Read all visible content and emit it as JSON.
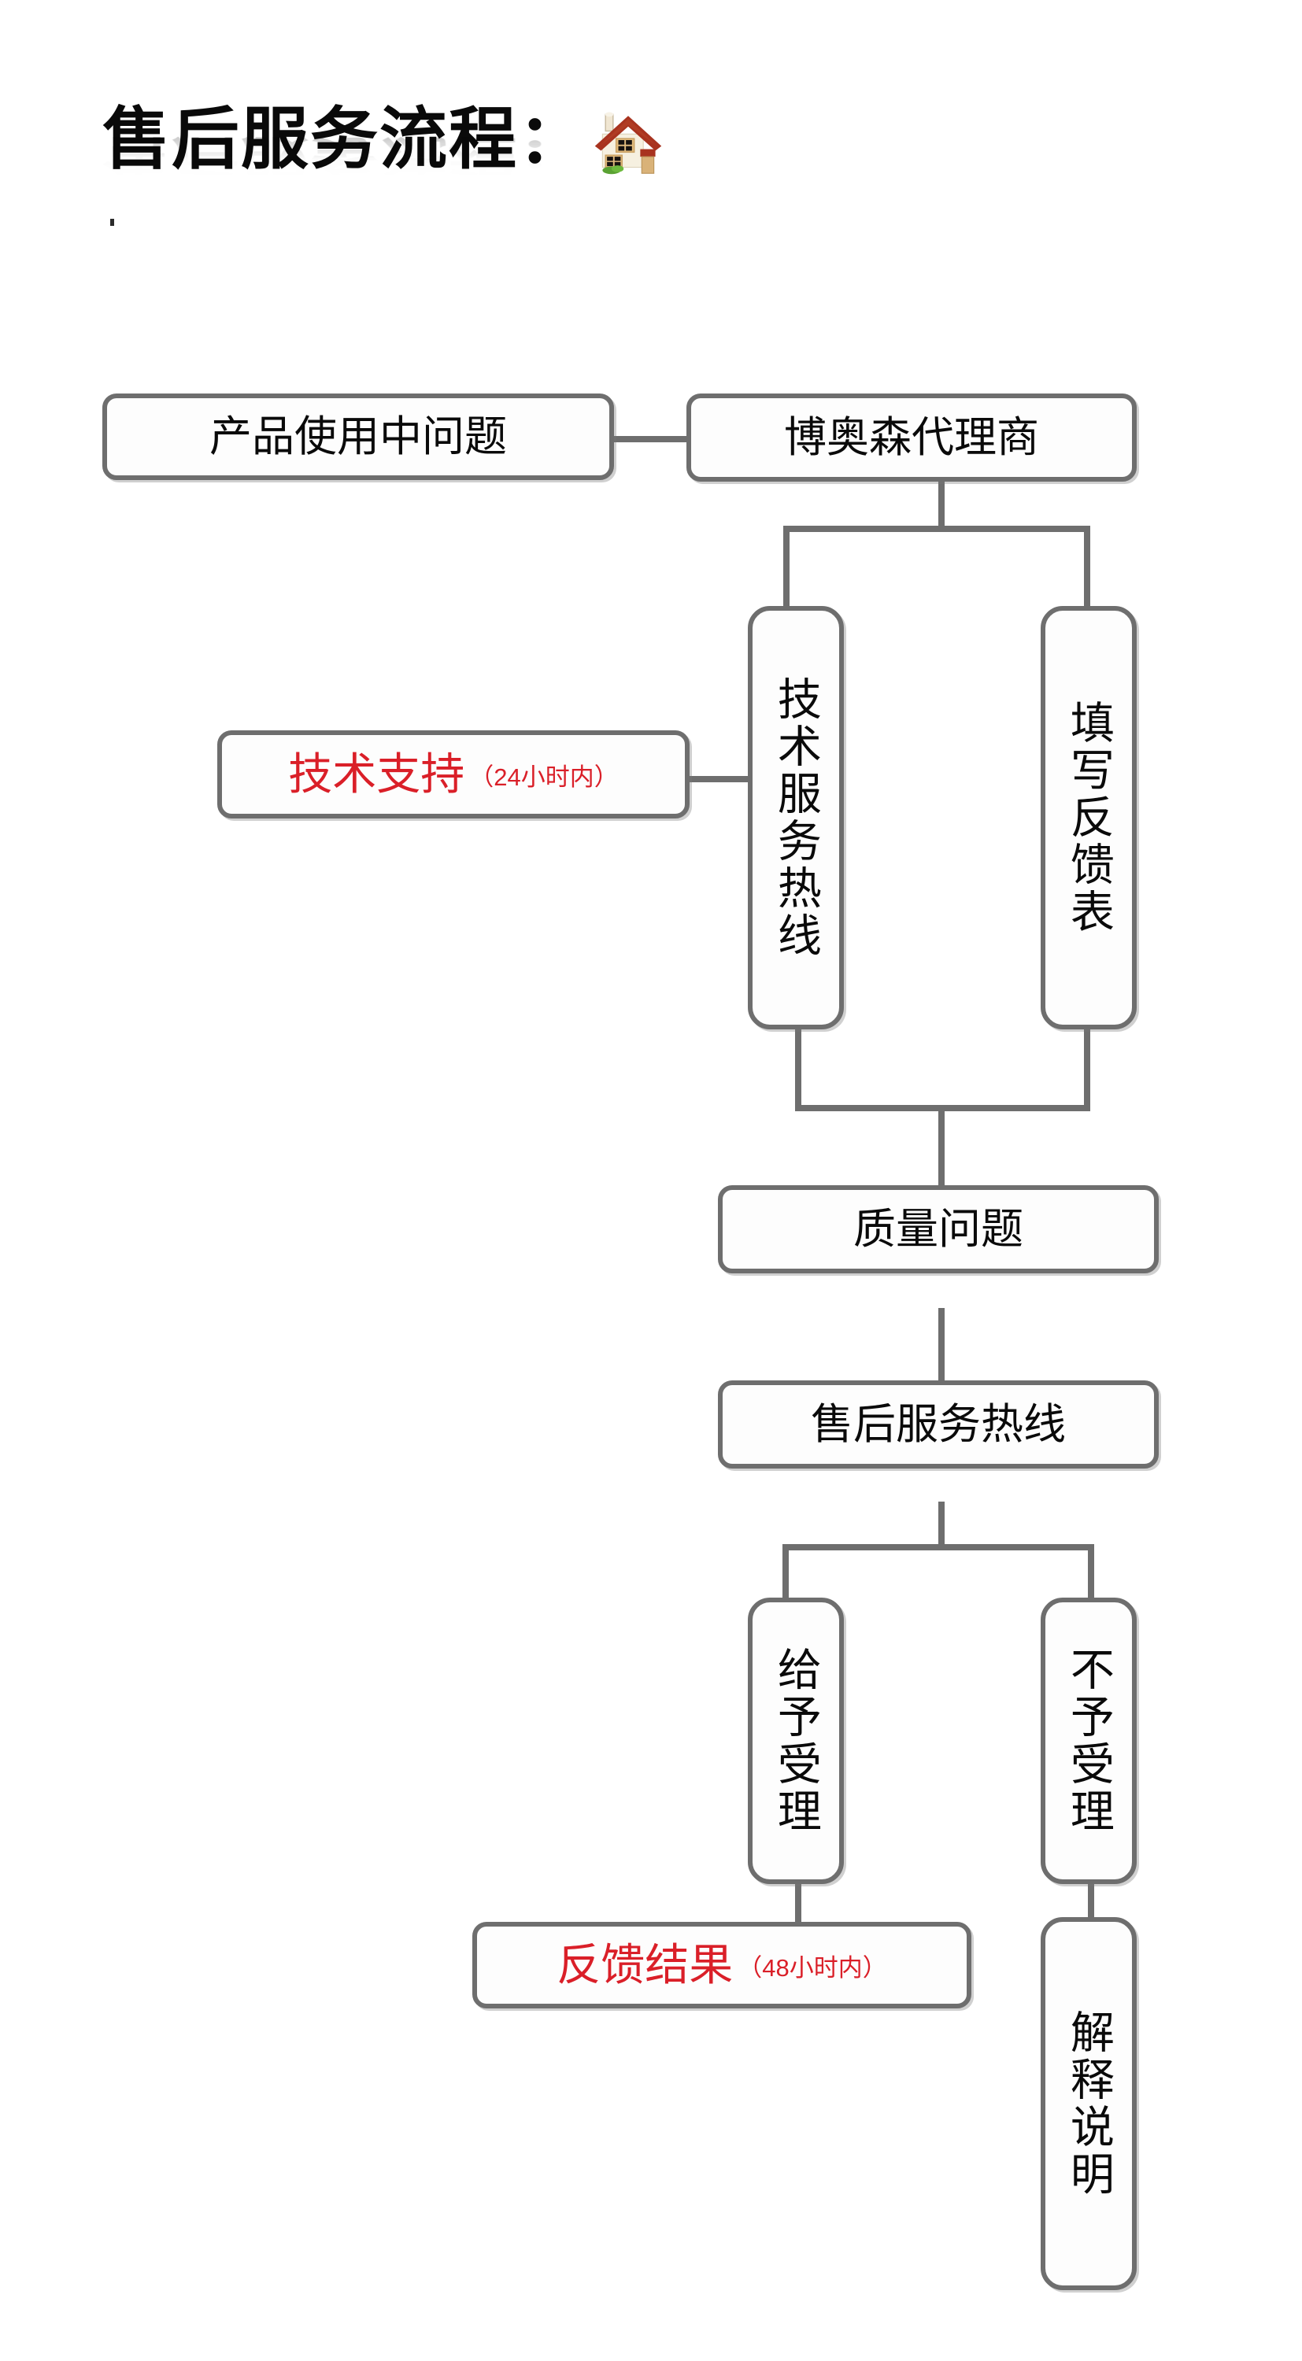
{
  "page": {
    "title": "售后服务流程：",
    "title_icon": "house-icon",
    "background_color": "#ffffff",
    "line_color": "#6e6e6e",
    "box_border_color": "#6e6e6e",
    "accent_red": "#da1f28",
    "text_color": "#0a0a0a"
  },
  "flow": {
    "nodes": [
      {
        "id": "product-issue",
        "label": "产品使用中问题",
        "orientation": "horizontal",
        "color": "black"
      },
      {
        "id": "agent",
        "label": "博奥森代理商",
        "orientation": "horizontal",
        "color": "black"
      },
      {
        "id": "tech-hotline",
        "label": "技术服务热线",
        "orientation": "vertical",
        "color": "black"
      },
      {
        "id": "feedback-form",
        "label": "填写反馈表",
        "orientation": "vertical",
        "color": "black"
      },
      {
        "id": "tech-support",
        "label": "技术支持",
        "note": "（24小时内）",
        "orientation": "horizontal",
        "color": "red"
      },
      {
        "id": "quality-issue",
        "label": "质量问题",
        "orientation": "horizontal",
        "color": "black"
      },
      {
        "id": "service-hotline",
        "label": "售后服务热线",
        "orientation": "horizontal",
        "color": "black"
      },
      {
        "id": "accept",
        "label": "给予受理",
        "orientation": "vertical",
        "color": "black"
      },
      {
        "id": "reject",
        "label": "不予受理",
        "orientation": "vertical",
        "color": "black"
      },
      {
        "id": "feedback-result",
        "label": "反馈结果",
        "note": "（48小时内）",
        "orientation": "horizontal",
        "color": "red"
      },
      {
        "id": "explanation",
        "label": "解释说明",
        "orientation": "vertical",
        "color": "black"
      }
    ],
    "edges": [
      {
        "from": "product-issue",
        "to": "agent"
      },
      {
        "from": "agent",
        "to": "tech-hotline"
      },
      {
        "from": "agent",
        "to": "feedback-form"
      },
      {
        "from": "tech-support",
        "to": "tech-hotline"
      },
      {
        "from": "tech-hotline",
        "to": "quality-issue"
      },
      {
        "from": "feedback-form",
        "to": "quality-issue"
      },
      {
        "from": "quality-issue",
        "to": "service-hotline"
      },
      {
        "from": "service-hotline",
        "to": "accept"
      },
      {
        "from": "service-hotline",
        "to": "reject"
      },
      {
        "from": "accept",
        "to": "feedback-result"
      },
      {
        "from": "reject",
        "to": "explanation"
      }
    ]
  }
}
